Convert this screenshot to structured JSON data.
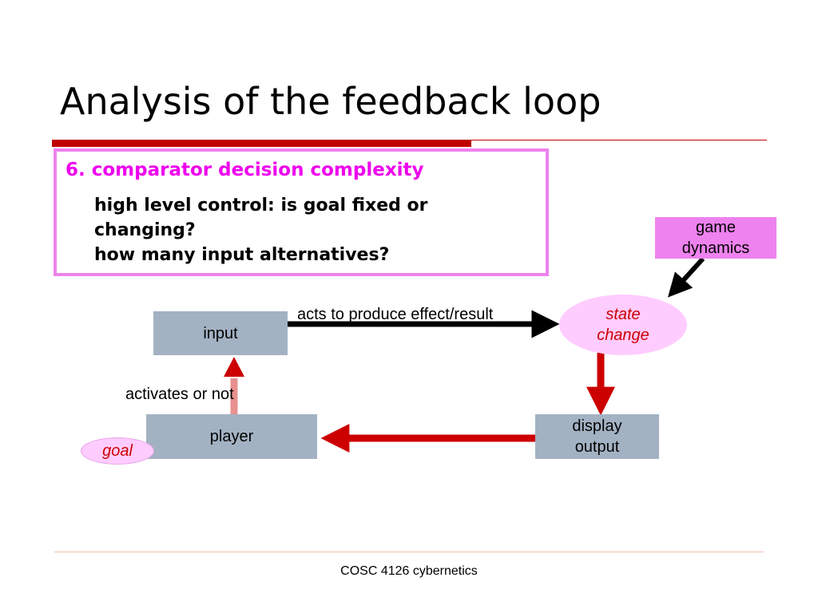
{
  "slide": {
    "title": "Analysis of the feedback loop",
    "footer": "COSC 4126 cybernetics"
  },
  "callout": {
    "heading": "6. comparator decision complexity",
    "lines": [
      "high level control: is goal fixed or changing?",
      "how many input alternatives?"
    ]
  },
  "diagram": {
    "nodes": {
      "input": "input",
      "player": "player",
      "display_line1": "display",
      "display_line2": "output",
      "state_line1": "state",
      "state_line2": "change",
      "game_line1": "game",
      "game_line2": "dynamics",
      "goal": "goal"
    },
    "edge_labels": {
      "acts": "acts to produce effect/result",
      "activates": "activates or not"
    }
  },
  "colors": {
    "title_rule": "#c00000",
    "callout_border": "#ee82ee",
    "callout_heading": "#ee00ee",
    "box_fill": "#a3b2c3",
    "game_box_fill": "#ee82ee",
    "ellipse_fill": "#ffccff",
    "ellipse_text": "#cc0000",
    "red_arrow": "#cc0000",
    "pink_arrow": "#e89090",
    "black_arrow": "#000000"
  }
}
